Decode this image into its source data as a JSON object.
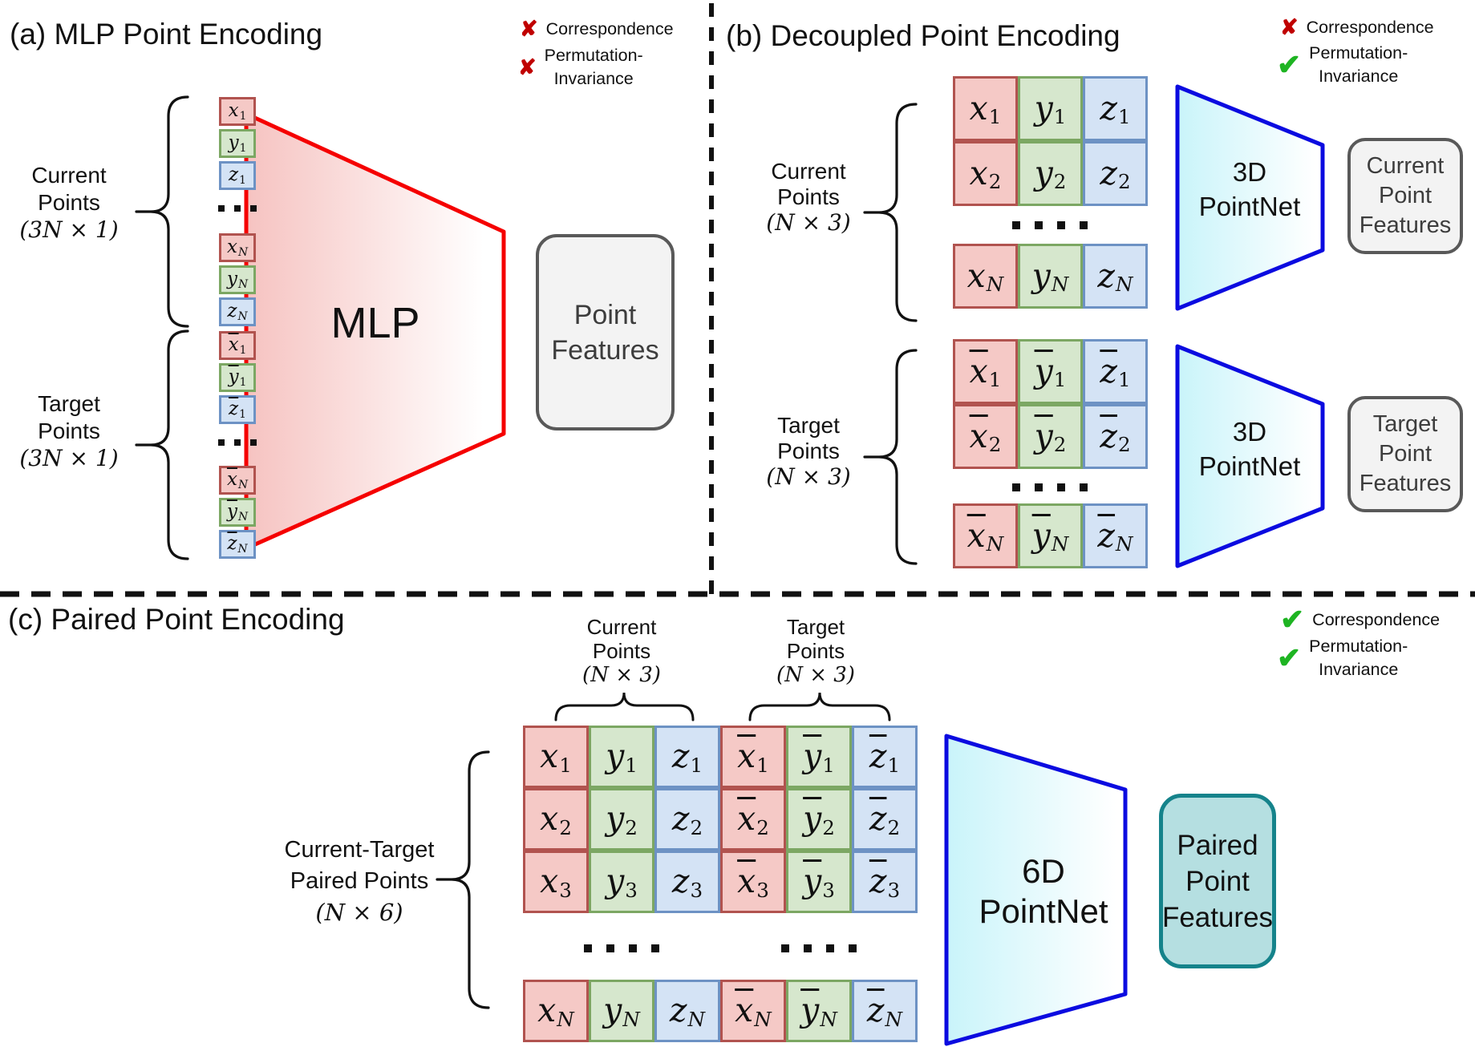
{
  "colors": {
    "cell_red_fill": "#f5c9c6",
    "cell_red_stroke": "#b1534f",
    "cell_green_fill": "#d6e7cd",
    "cell_green_stroke": "#7ca763",
    "cell_blue_fill": "#d4e3f5",
    "cell_blue_stroke": "#6d92c4",
    "mlp_stroke": "#f50000",
    "pointnet_stroke": "#0b0be0",
    "x_mark": "#c00000",
    "check_mark": "#1eb422",
    "feature_box_fill": "#f3f3f3",
    "feature_box_stroke": "#595959",
    "paired_box_fill": "#b5dfe1",
    "paired_box_stroke": "#15838b"
  },
  "panel_a": {
    "title": "(a) MLP Point Encoding",
    "markers": [
      {
        "kind": "x",
        "glyph": "✘",
        "color": "#c00000",
        "label": [
          "Correspondence"
        ]
      },
      {
        "kind": "x",
        "glyph": "✘",
        "color": "#c00000",
        "label": [
          "Permutation-",
          "Invariance"
        ]
      }
    ],
    "current_label": [
      "Current",
      "Points",
      "(3N × 1)"
    ],
    "target_label": [
      "Target",
      "Points",
      "(3N × 1)"
    ],
    "vector": {
      "rows": [
        [
          {
            "b": "x",
            "s": "1",
            "c": "r"
          }
        ],
        [
          {
            "b": "y",
            "s": "1",
            "c": "g"
          }
        ],
        [
          {
            "b": "z",
            "s": "1",
            "c": "b"
          }
        ],
        {
          "dots": true
        },
        [
          {
            "b": "x",
            "s": "N",
            "c": "r"
          }
        ],
        [
          {
            "b": "y",
            "s": "N",
            "c": "g"
          }
        ],
        [
          {
            "b": "z",
            "s": "N",
            "c": "b"
          }
        ],
        [
          {
            "b": "x",
            "s": "1",
            "c": "r",
            "bar": true
          }
        ],
        [
          {
            "b": "y",
            "s": "1",
            "c": "g",
            "bar": true
          }
        ],
        [
          {
            "b": "z",
            "s": "1",
            "c": "b",
            "bar": true
          }
        ],
        {
          "dots": true
        },
        [
          {
            "b": "x",
            "s": "N",
            "c": "r",
            "bar": true
          }
        ],
        [
          {
            "b": "y",
            "s": "N",
            "c": "g",
            "bar": true
          }
        ],
        [
          {
            "b": "z",
            "s": "N",
            "c": "b",
            "bar": true
          }
        ]
      ]
    },
    "mlp_label": [
      "MLP"
    ],
    "features_box": [
      "Point",
      "Features"
    ]
  },
  "panel_b": {
    "title": "(b) Decoupled Point Encoding",
    "markers": [
      {
        "kind": "x",
        "glyph": "✘",
        "color": "#c00000",
        "label": [
          "Correspondence"
        ]
      },
      {
        "kind": "check",
        "glyph": "✔",
        "color": "#1eb422",
        "label": [
          "Permutation-",
          "Invariance"
        ]
      }
    ],
    "current_label": [
      "Current",
      "Points",
      "(N × 3)"
    ],
    "target_label": [
      "Target",
      "Points",
      "(N × 3)"
    ],
    "current_matrix": {
      "rows": [
        [
          {
            "b": "x",
            "s": "1",
            "c": "r"
          },
          {
            "b": "y",
            "s": "1",
            "c": "g"
          },
          {
            "b": "z",
            "s": "1",
            "c": "b"
          }
        ],
        [
          {
            "b": "x",
            "s": "2",
            "c": "r"
          },
          {
            "b": "y",
            "s": "2",
            "c": "g"
          },
          {
            "b": "z",
            "s": "2",
            "c": "b"
          }
        ],
        {
          "dots": true
        },
        [
          {
            "b": "x",
            "s": "N",
            "c": "r"
          },
          {
            "b": "y",
            "s": "N",
            "c": "g"
          },
          {
            "b": "z",
            "s": "N",
            "c": "b"
          }
        ]
      ]
    },
    "target_matrix": {
      "rows": [
        [
          {
            "b": "x",
            "s": "1",
            "c": "r",
            "bar": true
          },
          {
            "b": "y",
            "s": "1",
            "c": "g",
            "bar": true
          },
          {
            "b": "z",
            "s": "1",
            "c": "b",
            "bar": true
          }
        ],
        [
          {
            "b": "x",
            "s": "2",
            "c": "r",
            "bar": true
          },
          {
            "b": "y",
            "s": "2",
            "c": "g",
            "bar": true
          },
          {
            "b": "z",
            "s": "2",
            "c": "b",
            "bar": true
          }
        ],
        {
          "dots": true
        },
        [
          {
            "b": "x",
            "s": "N",
            "c": "r",
            "bar": true
          },
          {
            "b": "y",
            "s": "N",
            "c": "g",
            "bar": true
          },
          {
            "b": "z",
            "s": "N",
            "c": "b",
            "bar": true
          }
        ]
      ]
    },
    "pointnet_top_label": [
      "3D",
      "PointNet"
    ],
    "pointnet_bottom_label": [
      "3D",
      "PointNet"
    ],
    "current_box": [
      "Current",
      "Point",
      "Features"
    ],
    "target_box": [
      "Target",
      "Point",
      "Features"
    ]
  },
  "panel_c": {
    "title": "(c) Paired Point Encoding",
    "markers": [
      {
        "kind": "check",
        "glyph": "✔",
        "color": "#1eb422",
        "label": [
          "Correspondence"
        ]
      },
      {
        "kind": "check",
        "glyph": "✔",
        "color": "#1eb422",
        "label": [
          "Permutation-",
          "Invariance"
        ]
      }
    ],
    "current_col_label": [
      "Current",
      "Points",
      "(N × 3)"
    ],
    "target_col_label": [
      "Target",
      "Points",
      "(N × 3)"
    ],
    "row_label": [
      "Current-Target",
      "Paired Points",
      "(N × 6)"
    ],
    "matrix": {
      "rows": [
        [
          {
            "b": "x",
            "s": "1",
            "c": "r"
          },
          {
            "b": "y",
            "s": "1",
            "c": "g"
          },
          {
            "b": "z",
            "s": "1",
            "c": "b"
          },
          {
            "b": "x",
            "s": "1",
            "c": "r",
            "bar": true
          },
          {
            "b": "y",
            "s": "1",
            "c": "g",
            "bar": true
          },
          {
            "b": "z",
            "s": "1",
            "c": "b",
            "bar": true
          }
        ],
        [
          {
            "b": "x",
            "s": "2",
            "c": "r"
          },
          {
            "b": "y",
            "s": "2",
            "c": "g"
          },
          {
            "b": "z",
            "s": "2",
            "c": "b"
          },
          {
            "b": "x",
            "s": "2",
            "c": "r",
            "bar": true
          },
          {
            "b": "y",
            "s": "2",
            "c": "g",
            "bar": true
          },
          {
            "b": "z",
            "s": "2",
            "c": "b",
            "bar": true
          }
        ],
        [
          {
            "b": "x",
            "s": "3",
            "c": "r"
          },
          {
            "b": "y",
            "s": "3",
            "c": "g"
          },
          {
            "b": "z",
            "s": "3",
            "c": "b"
          },
          {
            "b": "x",
            "s": "3",
            "c": "r",
            "bar": true
          },
          {
            "b": "y",
            "s": "3",
            "c": "g",
            "bar": true
          },
          {
            "b": "z",
            "s": "3",
            "c": "b",
            "bar": true
          }
        ],
        {
          "dots": true
        },
        [
          {
            "b": "x",
            "s": "N",
            "c": "r"
          },
          {
            "b": "y",
            "s": "N",
            "c": "g"
          },
          {
            "b": "z",
            "s": "N",
            "c": "b"
          },
          {
            "b": "x",
            "s": "N",
            "c": "r",
            "bar": true
          },
          {
            "b": "y",
            "s": "N",
            "c": "g",
            "bar": true
          },
          {
            "b": "z",
            "s": "N",
            "c": "b",
            "bar": true
          }
        ]
      ]
    },
    "pointnet_label": [
      "6D",
      "PointNet"
    ],
    "features_box": [
      "Paired",
      "Point",
      "Features"
    ]
  }
}
